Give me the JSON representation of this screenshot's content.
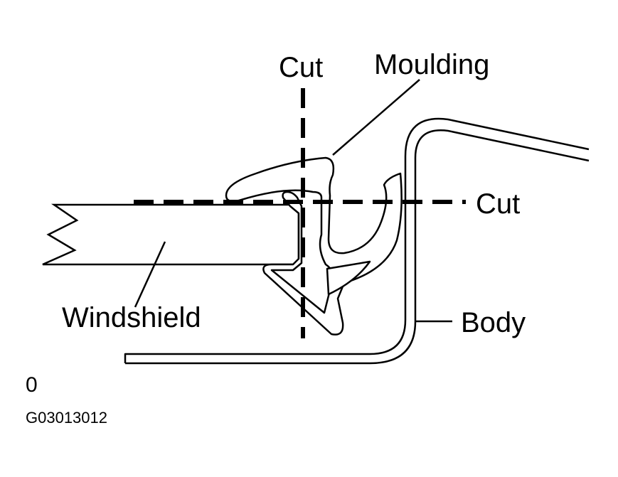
{
  "diagram": {
    "labels": {
      "cut_vertical": "Cut",
      "cut_horizontal": "Cut",
      "moulding": "Moulding",
      "windshield": "Windshield",
      "body": "Body",
      "figure_marker": "0",
      "figure_code": "G03013012"
    },
    "colors": {
      "stroke": "#000000",
      "background": "#ffffff"
    }
  }
}
